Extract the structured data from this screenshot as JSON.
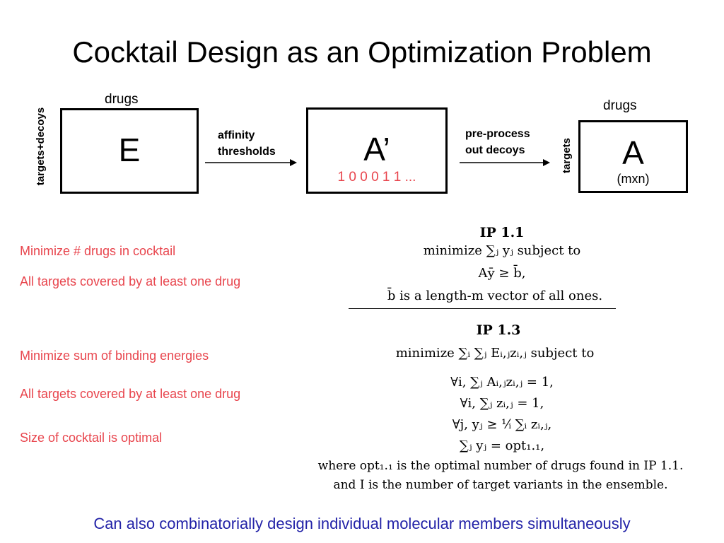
{
  "title": "Cocktail Design as an Optimization Problem",
  "diagram": {
    "box_e": {
      "letter": "E",
      "top_label": "drugs",
      "side_label": "targets+decoys"
    },
    "arrow1": {
      "line1": "affinity",
      "line2": "thresholds"
    },
    "box_a_prime": {
      "letter": "A’",
      "vector": "1 0 0 0 1 1 ..."
    },
    "arrow2": {
      "line1": "pre-process",
      "line2": "out decoys"
    },
    "box_a": {
      "letter": "A",
      "dims": "(mxn)",
      "top_label": "drugs",
      "side_label": "targets"
    }
  },
  "ip11": {
    "heading": "IP 1.1",
    "lines": [
      "minimize ∑ⱼ yⱼ subject to",
      "Aȳ ≥ b̄,",
      "b̄ is a length-m vector of all ones."
    ],
    "notes": [
      "Minimize # drugs in cocktail",
      "All targets covered by at least one drug"
    ]
  },
  "ip13": {
    "heading": "IP 1.3",
    "lines": [
      "minimize ∑ᵢ ∑ⱼ Eᵢ,ⱼzᵢ,ⱼ subject to",
      "∀i, ∑ⱼ Aᵢ,ⱼzᵢ,ⱼ = 1,",
      "∀i, ∑ⱼ zᵢ,ⱼ = 1,",
      "∀j, yⱼ ≥ ¹⁄ᵢ ∑ᵢ zᵢ,ⱼ,",
      "∑ⱼ yⱼ = opt₁.₁,",
      "where opt₁.₁ is the optimal number of drugs found in IP 1.1.",
      "and I is the number of target variants in the ensemble."
    ],
    "notes": [
      "Minimize sum of binding energies",
      "All targets covered by at least one drug",
      "Size of cocktail is optimal"
    ]
  },
  "footer": "Can also combinatorially design individual molecular members simultaneously",
  "colors": {
    "note_red": "#e8454d",
    "footer_blue": "#2323a8",
    "vector_red": "#e8454d"
  }
}
